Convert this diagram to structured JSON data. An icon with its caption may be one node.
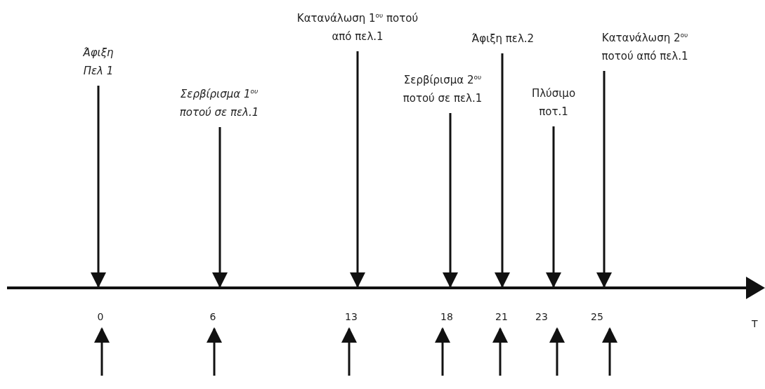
{
  "diagram": {
    "nodes": [
      {
        "text": [
          "Άφιξη Πελ 1"
        ]
      },
      {
        "text": [
          "Σερβίρισμα 1$^{ου}$ ποτού σε πελ.1"
        ]
      },
      {
        "text": [
          "Κατανάλωση 1$^{ου}$ ποτού από πελ.1"
        ]
      },
      {
        "text": [
          "Σερβίρισμα 2$^{ου}$ ποτού σε πελ.1"
        ]
      },
      {
        "text": [
          "Άφιξη πελ.2"
        ]
      },
      {
        "text": [
          "Πλύσιμο ποτ.1"
        ]
      },
      {
        "text": [
          "Κατανάλωση 2$^{ου}$ ποτού από πελ.1"
        ]
      },
      {
        "text": [
          "0"
        ]
      },
      {
        "text": [
          "6"
        ]
      },
      {
        "text": [
          "13"
        ]
      },
      {
        "text": [
          "18"
        ]
      },
      {
        "text": [
          "21"
        ]
      },
      {
        "text": [
          "23"
        ]
      },
      {
        "text": [
          "25"
        ]
      }
    ],
    "edges": [
      {
        "from": 0,
        "to": 7,
        "arrow": "to"
      },
      {
        "from": 1,
        "to": 8,
        "arrow": "to"
      },
      {
        "from": 2,
        "to": 9,
        "arrow": "to"
      },
      {
        "from": 3,
        "to": 10,
        "arrow": "to"
      },
      {
        "from": 4,
        "to": 11,
        "arrow": "to"
      },
      {
        "from": 5,
        "to": 12,
        "arrow": "to"
      },
      {
        "from": 6,
        "to": 13,
        "arrow": "to"
      },
      {
        "from": null,
        "to": 7,
        "arrow": "to"
      },
      {
        "from": null,
        "to": 8,
        "arrow": "to"
      },
      {
        "from": null,
        "to": 9,
        "arrow": "to"
      },
      {
        "from": null,
        "to": 10,
        "arrow": "to"
      },
      {
        "from": null,
        "to": 11,
        "arrow": "to"
      },
      {
        "from": null,
        "to": 12,
        "arrow": "to"
      },
      {
        "from": null,
        "to": 13,
        "arrow": "to"
      }
    ],
    "labels": [
      "T"
    ]
  }
}
